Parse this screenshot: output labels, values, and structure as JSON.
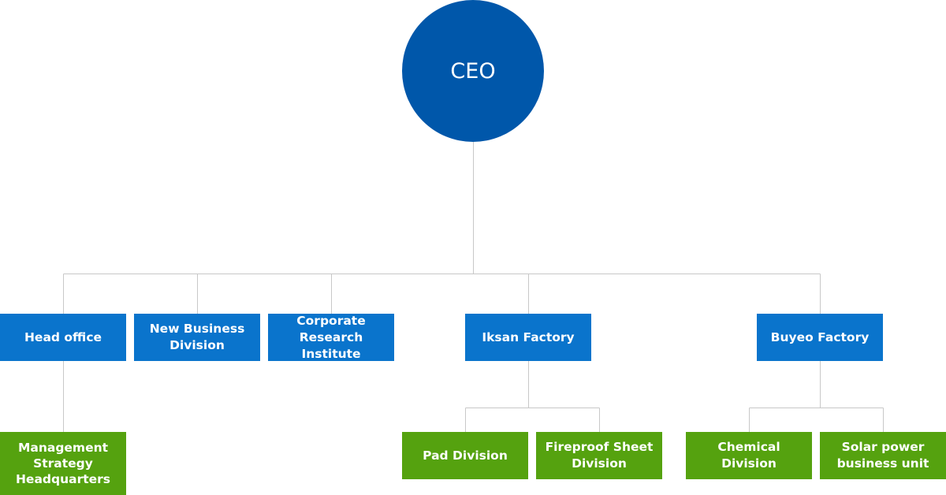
{
  "root": {
    "label": "CEO"
  },
  "divisions": [
    {
      "label": "Head office"
    },
    {
      "label": "New Business\nDivision"
    },
    {
      "label": "Corporate\nResearch Institute"
    },
    {
      "label": "Iksan Factory"
    },
    {
      "label": "Buyeo Factory"
    }
  ],
  "units": [
    {
      "label": "Management\nStrategy\nHeadquarters"
    },
    {
      "label": "Pad Division"
    },
    {
      "label": "Fireproof Sheet\nDivision"
    },
    {
      "label": "Chemical Division"
    },
    {
      "label": "Solar power\nbusiness unit"
    }
  ],
  "colors": {
    "ceo": "#0057aa",
    "division": "#0a74cc",
    "unit": "#55a20f",
    "connector": "#c8c8c8"
  }
}
